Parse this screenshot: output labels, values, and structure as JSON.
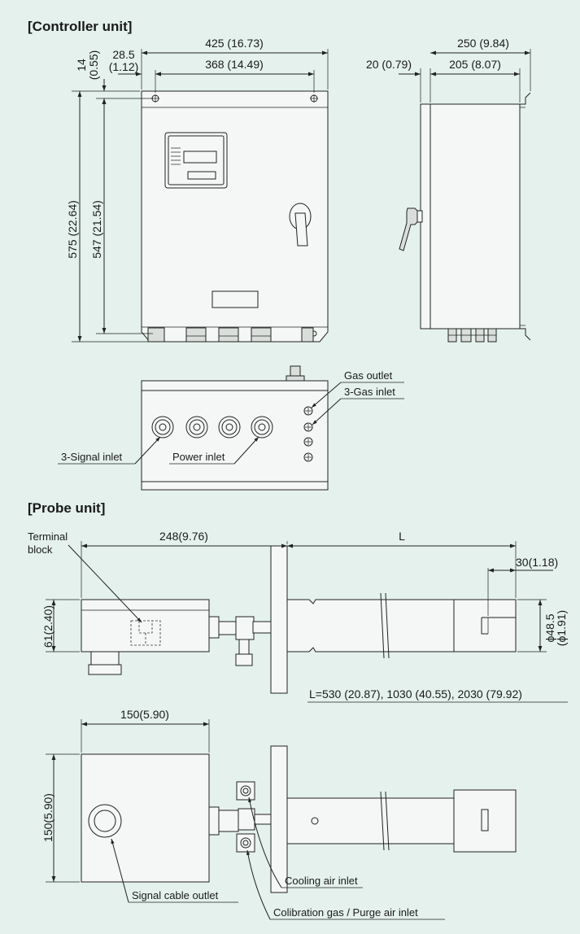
{
  "controller": {
    "title": "[Controller unit]",
    "dims": {
      "width_total": "425 (16.73)",
      "width_holes": "368 (14.49)",
      "hole_offset_x": "28.5",
      "hole_offset_x_in": "(1.12)",
      "hole_offset_y": "14",
      "hole_offset_y_in": "(0.55)",
      "height_total": "575 (22.64)",
      "height_holes": "547 (21.54)",
      "depth_total": "250 (9.84)",
      "depth_body": "205 (8.07)",
      "door_thickness": "20 (0.79)"
    },
    "labels": {
      "gas_outlet": "Gas outlet",
      "gas_inlet": "3-Gas inlet",
      "signal_inlet": "3-Signal inlet",
      "power_inlet": "Power inlet"
    }
  },
  "probe": {
    "title": "[Probe unit]",
    "dims": {
      "length_head": "248(9.76)",
      "length_L": "L",
      "tip": "30(1.18)",
      "height_head": "61(2.40)",
      "diameter": "ϕ48.5",
      "diameter_in": "(ϕ1.91)",
      "L_values": "L=530 (20.87), 1030 (40.55), 2030 (79.92)",
      "width_head": "150(5.90)",
      "height_head_bottom": "150(5.90)"
    },
    "labels": {
      "terminal_block_1": "Terminal",
      "terminal_block_2": "block",
      "signal_cable_outlet": "Signal cable outlet",
      "cooling_air_inlet": "Cooling air inlet",
      "calibration_gas": "Colibration gas / Purge air inlet"
    }
  },
  "colors": {
    "background": "#e4f1ec",
    "line": "#222222"
  }
}
